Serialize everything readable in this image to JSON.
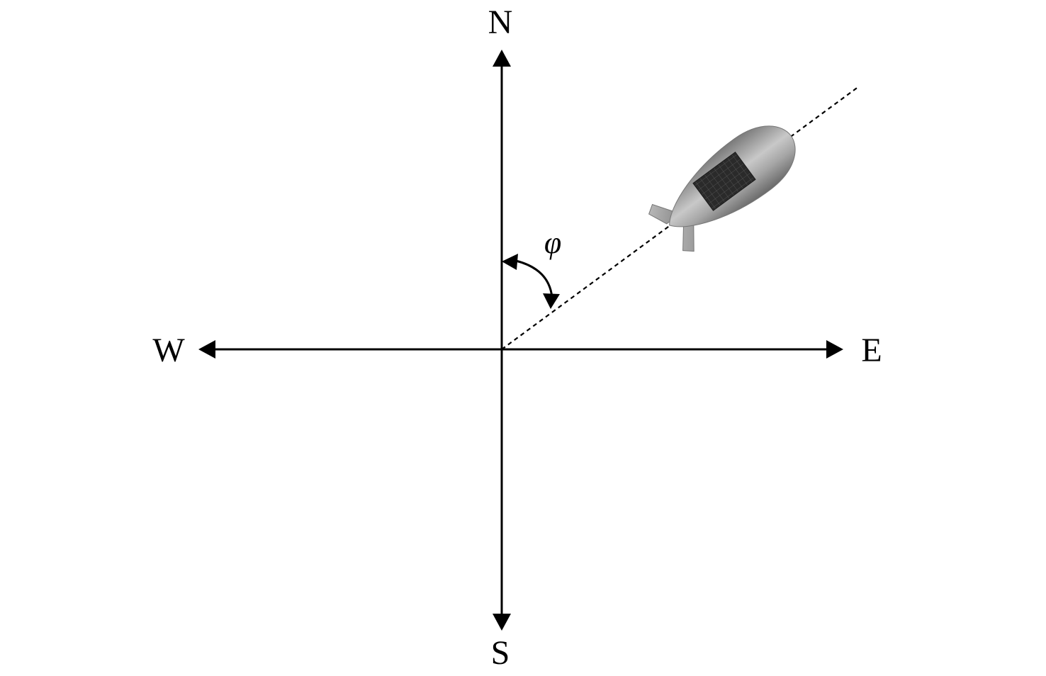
{
  "compass": {
    "north": "N",
    "south": "S",
    "east": "E",
    "west": "W"
  },
  "angle": {
    "symbol": "φ"
  },
  "colors": {
    "axis": "#000000",
    "background": "#ffffff",
    "hull": "#9a9a9a",
    "solar_panel": "#2a2a2a"
  },
  "icons": {
    "vehicle": "airship-icon"
  }
}
